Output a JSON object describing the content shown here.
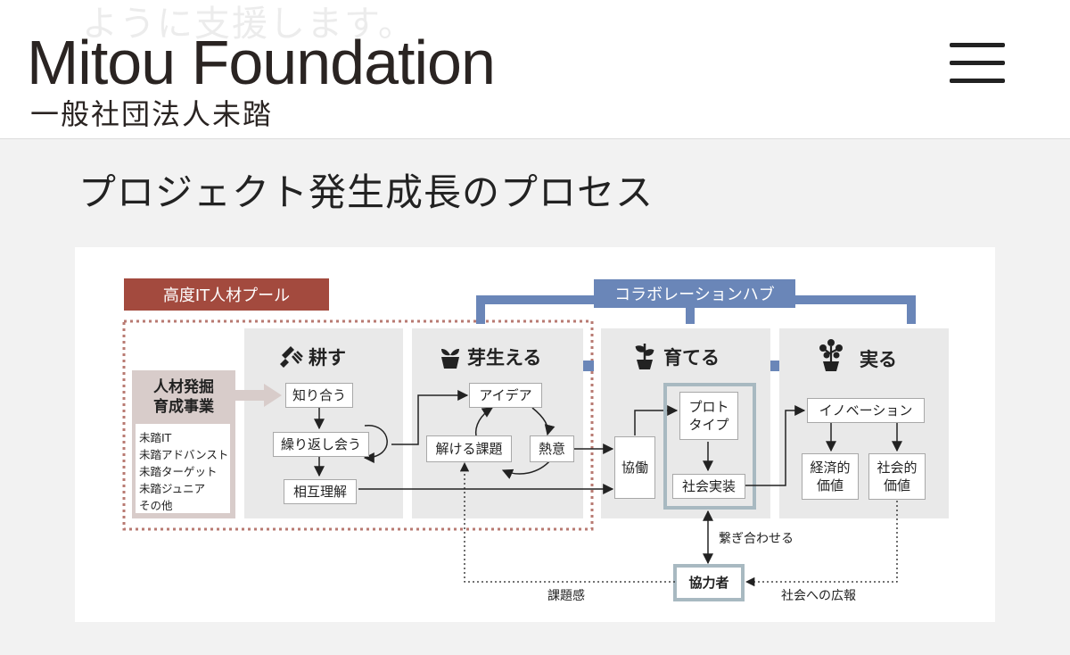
{
  "header": {
    "ghost_text": "ように支援します。",
    "logo_en": "Mitou Foundation",
    "logo_ja": "一般社団法人未踏"
  },
  "page": {
    "title": "プロジェクト発生成長のプロセス"
  },
  "diagram": {
    "pool_label": "高度IT人材プール",
    "hub_label": "コラボレーションハブ",
    "colors": {
      "pool": "#a34a3e",
      "hub": "#6a86b8",
      "panel": "#e9e9e9",
      "brown_box": "#d8ccca",
      "frame": "#a8b9c1"
    },
    "panels": {
      "cultivate": {
        "title": "耕す",
        "icon": "hand-fork-icon"
      },
      "sprout": {
        "title": "芽生える",
        "icon": "sprout-pot-icon"
      },
      "grow": {
        "title": "育てる",
        "icon": "plant-pot-icon"
      },
      "fruit": {
        "title": "実る",
        "icon": "fruit-tree-icon"
      }
    },
    "talent": {
      "title_line1": "人材発掘",
      "title_line2": "育成事業",
      "programs": [
        "未踏IT",
        "未踏アドバンスト",
        "未踏ターゲット",
        "未踏ジュニア",
        "その他"
      ]
    },
    "nodes": {
      "know": "知り合う",
      "repeat": "繰り返し会う",
      "mutual": "相互理解",
      "idea": "アイデア",
      "passion": "熱意",
      "solvable": "解ける課題",
      "collab": "協働",
      "proto_line1": "プロト",
      "proto_line2": "タイプ",
      "social_impl": "社会実装",
      "innovation": "イノベーション",
      "econ_line1": "経済的",
      "econ_line2": "価値",
      "social_line1": "社会的",
      "social_line2": "価値",
      "cooperator": "協力者"
    },
    "edge_labels": {
      "connect": "繋ぎ合わせる",
      "problem_sense": "課題感",
      "outreach": "社会への広報"
    }
  }
}
